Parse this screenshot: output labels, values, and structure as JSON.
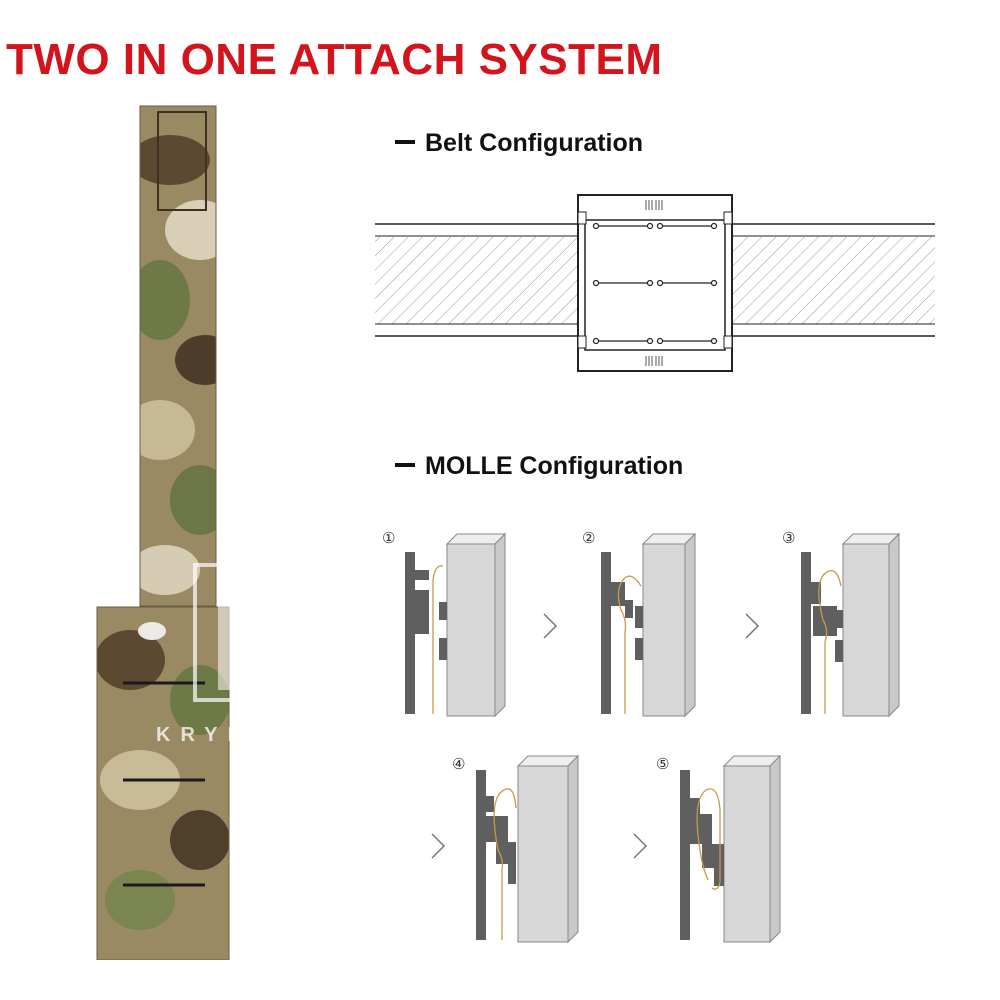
{
  "title": "TWO IN ONE ATTACH SYSTEM",
  "belt": {
    "heading": "Belt  Configuration"
  },
  "molle": {
    "heading": "MOLLE Configuration",
    "steps": [
      {
        "label": "①"
      },
      {
        "label": "②"
      },
      {
        "label": "③"
      },
      {
        "label": "④"
      },
      {
        "label": "⑤"
      }
    ]
  },
  "watermark": "KRYDEX®",
  "colors": {
    "title": "#d4141c",
    "panel_dark": "#5f5f5f",
    "board_face": "#d7d7d7",
    "board_side": "#eeeeee",
    "cord": "#c89a4a"
  }
}
